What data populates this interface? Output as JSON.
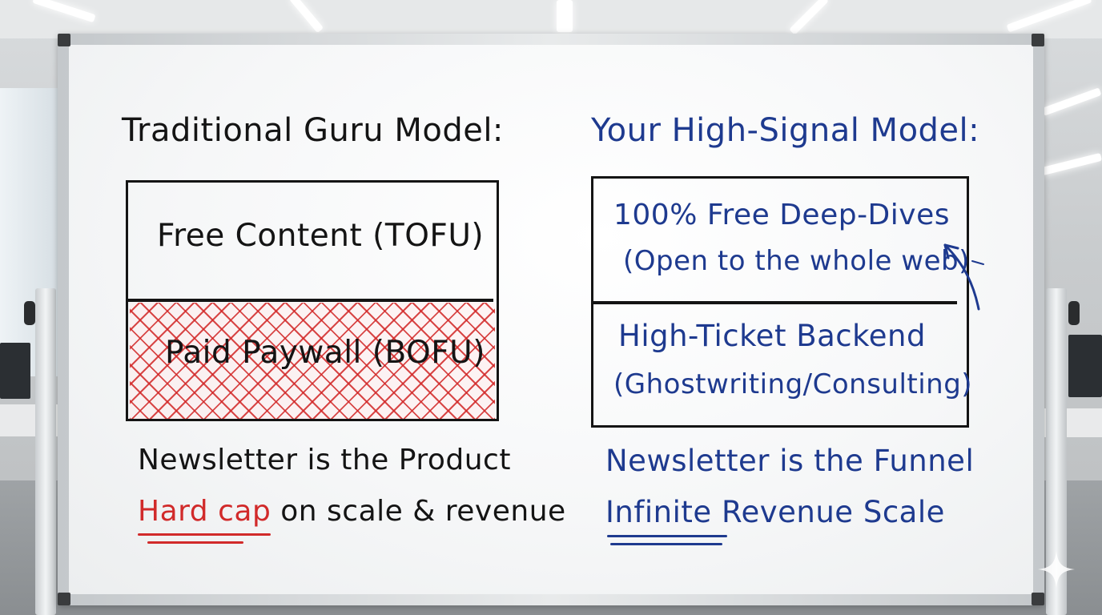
{
  "left": {
    "heading": "Traditional Guru Model:",
    "box_top": "Free Content (TOFU)",
    "box_bottom": "Paid Paywall (BOFU)",
    "line1": "Newsletter is the Product",
    "line2_highlight": "Hard cap",
    "line2_rest": "on scale & revenue"
  },
  "right": {
    "heading": "Your High-Signal Model:",
    "box_top_1": "100% Free Deep-Dives",
    "box_top_2": "(Open to the whole web)",
    "box_bottom_1": "High-Ticket Backend",
    "box_bottom_2": "(Ghostwriting/Consulting)",
    "line1": "Newsletter is the Funnel",
    "line2_highlight": "Infinite",
    "line2_rest": "Revenue Scale"
  },
  "colors": {
    "black_marker": "#141414",
    "blue_marker": "#1e3a8f",
    "red_marker": "#d12a2a"
  },
  "icons": {
    "arrow": "arrow-up-left-icon",
    "sparkle": "sparkle-icon"
  }
}
